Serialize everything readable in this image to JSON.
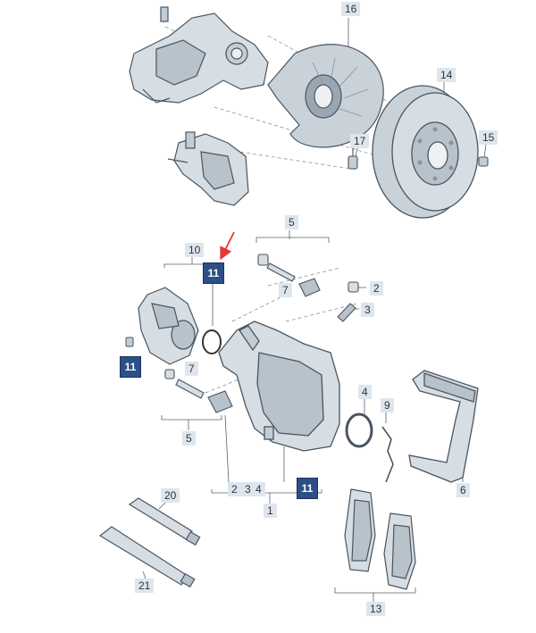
{
  "colors": {
    "part_fill": "#d6dde3",
    "part_shade": "#b7c2cb",
    "outline": "#4a5561",
    "label_bg": "#dde6ef",
    "badge_bg": "#2c4f86",
    "arrow": "#e53935"
  },
  "labels": {
    "p16": "16",
    "p14": "14",
    "p17": "17",
    "p15": "15",
    "p5a": "5",
    "p10": "10",
    "p11a": "11",
    "p2": "2",
    "p7a": "7",
    "p3": "3",
    "p11b": "11",
    "p7b": "7",
    "p4": "4",
    "p9": "9",
    "p5b": "5",
    "p2b": "2",
    "p3b": "3",
    "p4b": "4",
    "p11c": "11",
    "p1": "1",
    "p6": "6",
    "p20": "20",
    "p21": "21",
    "p13": "13"
  }
}
